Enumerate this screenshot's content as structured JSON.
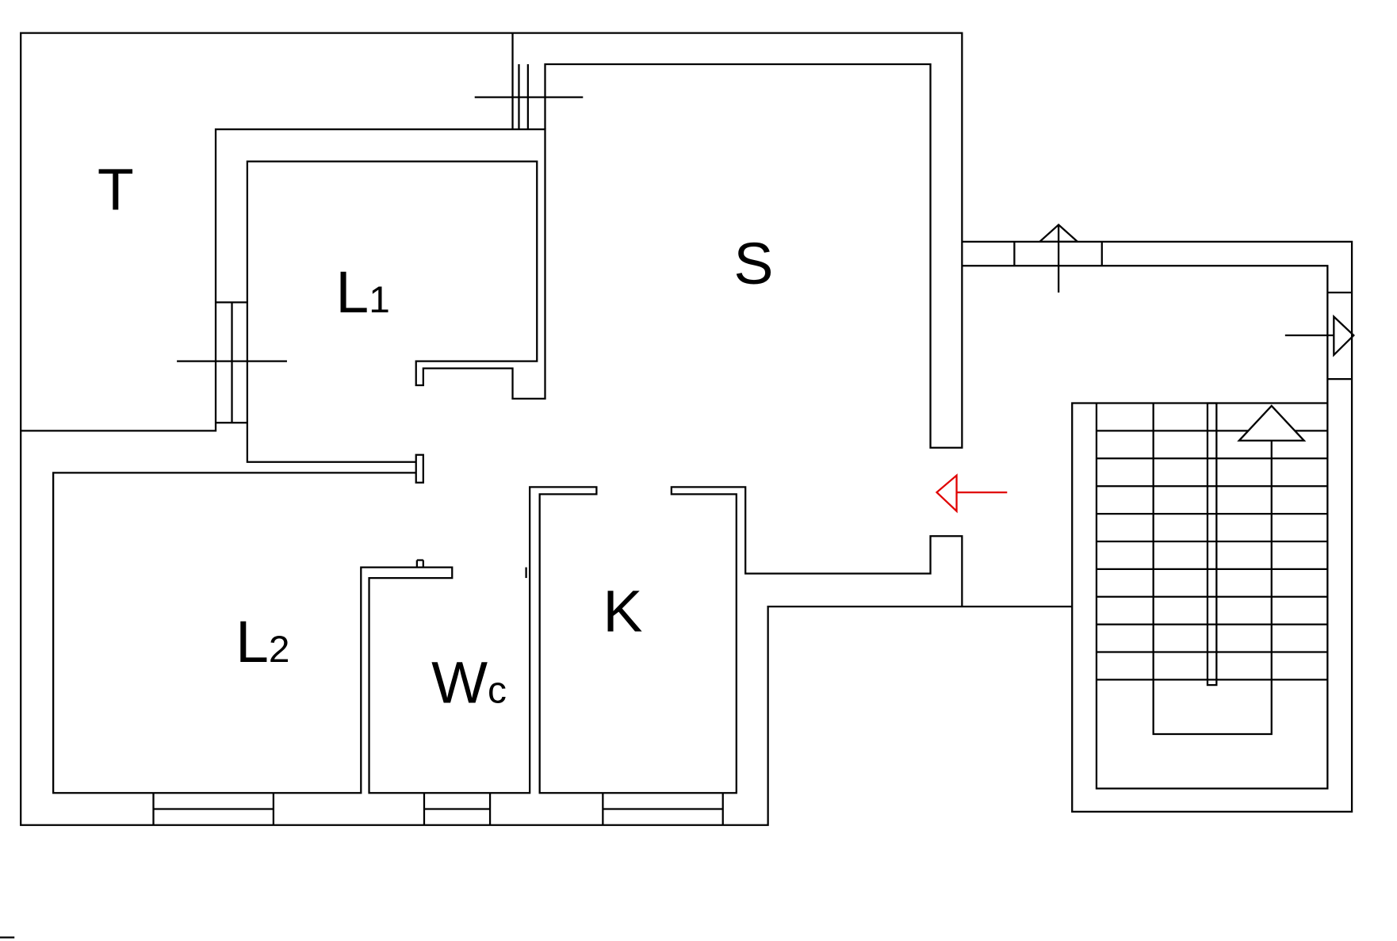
{
  "title": "Floor plan",
  "rooms": {
    "T": {
      "label": "T"
    },
    "L1": {
      "label": "L",
      "sub": "1"
    },
    "S": {
      "label": "S"
    },
    "K": {
      "label": "K"
    },
    "L2": {
      "label": "L",
      "sub": "2"
    },
    "Wc": {
      "label": "W",
      "sub": "c"
    }
  },
  "colors": {
    "walls": "#000000",
    "entrance_arrow": "#e00000"
  }
}
